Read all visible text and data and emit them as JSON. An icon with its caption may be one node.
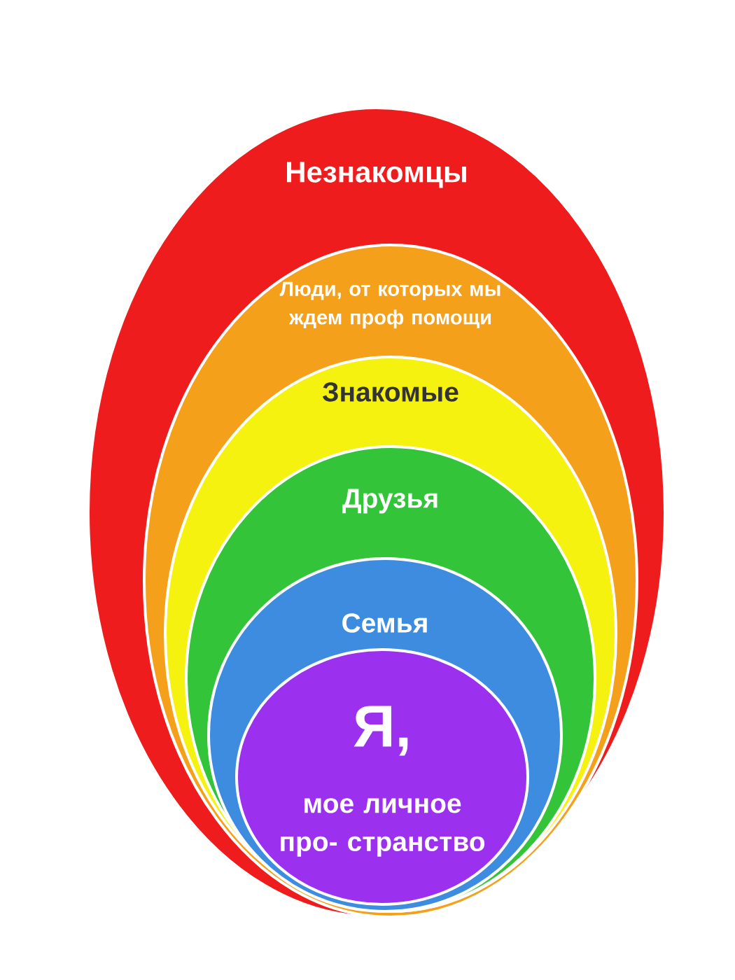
{
  "diagram": {
    "nodes": [
      {
        "text": [
          "Незнакомцы"
        ]
      },
      {
        "text": [
          "Люди, от которых мы ждем проф помощи"
        ],
        "in": 0
      },
      {
        "text": [
          "Знакомые"
        ],
        "in": 1
      },
      {
        "text": [
          "Друзья"
        ],
        "in": 2
      },
      {
        "text": [
          "Семья"
        ],
        "in": 3
      },
      {
        "text": [
          "Я,",
          "мое личное про- странство"
        ],
        "in": 4
      }
    ]
  }
}
